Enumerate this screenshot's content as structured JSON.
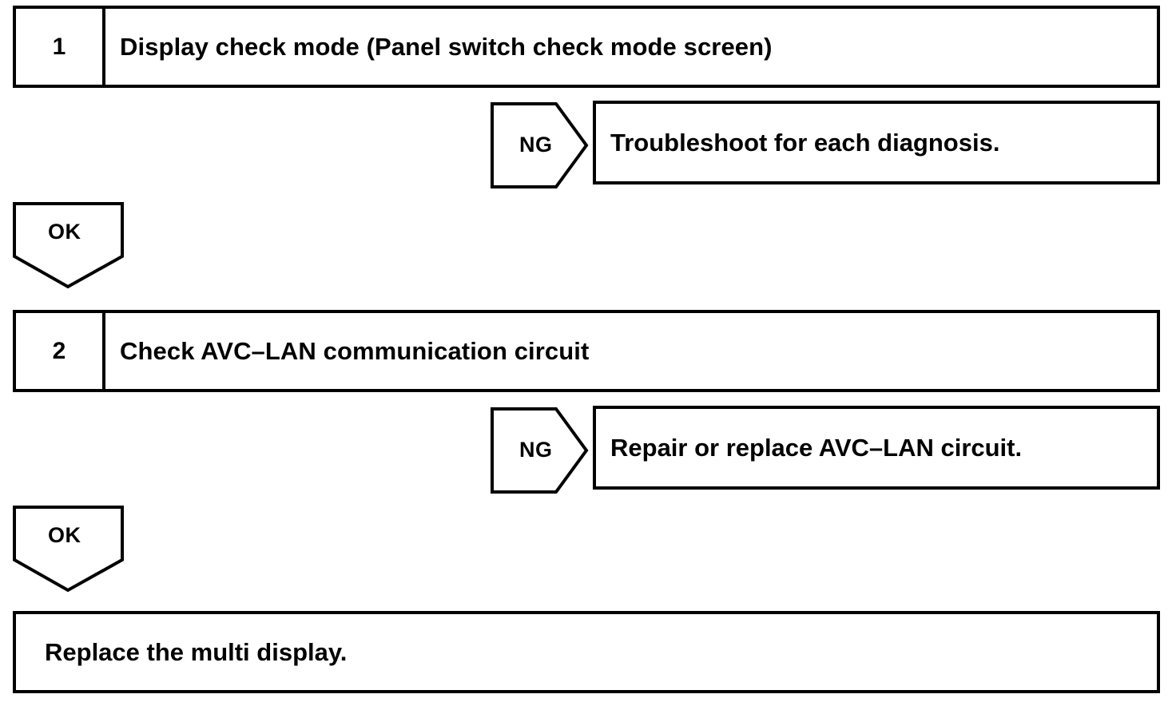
{
  "diagram": {
    "type": "troubleshooting-flowchart",
    "steps": [
      {
        "number": "1",
        "title": "Display check mode (Panel switch check mode screen)",
        "fail_label": "NG",
        "fail_action": "Troubleshoot for each diagnosis.",
        "pass_label": "OK"
      },
      {
        "number": "2",
        "title": "Check AVC–LAN communication circuit",
        "fail_label": "NG",
        "fail_action": "Repair or replace AVC–LAN circuit.",
        "pass_label": "OK"
      }
    ],
    "final_action": "Replace the multi display."
  }
}
